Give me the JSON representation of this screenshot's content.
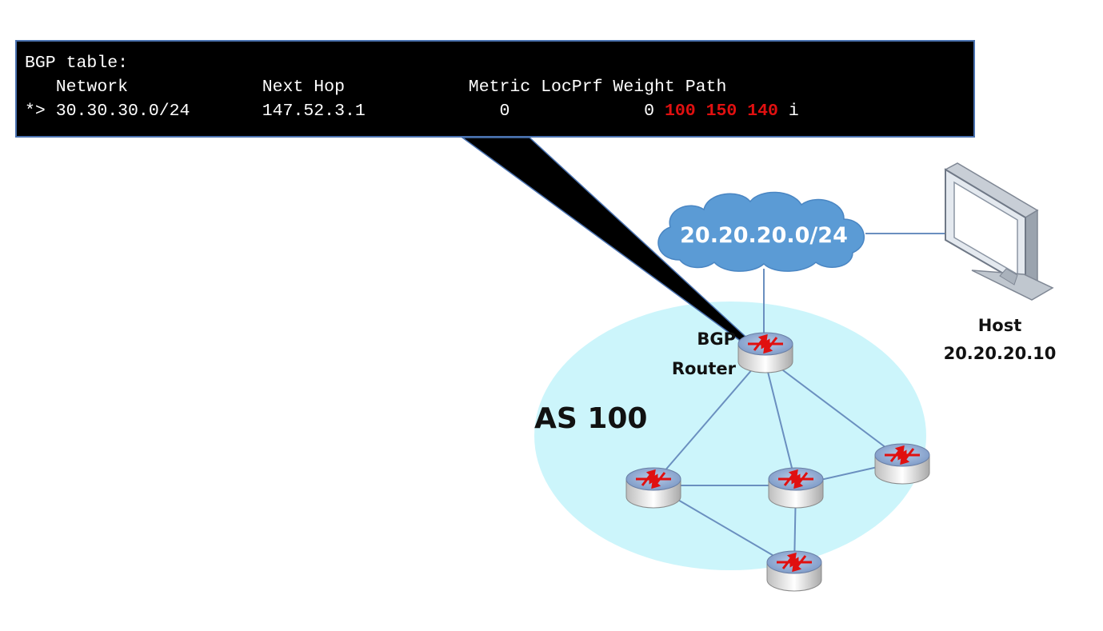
{
  "bgp_table": {
    "title": "BGP table:",
    "header": "   Network             Next Hop            Metric LocPrf Weight Path",
    "row_prefix": "*> 30.30.30.0/24       147.52.3.1             0             0 ",
    "path_as": [
      "100",
      "150",
      "140"
    ],
    "path_origin": "i"
  },
  "cloud": {
    "label": "20.20.20.0/24",
    "color": "#5b9bd5"
  },
  "host": {
    "label": "Host",
    "ip": "20.20.20.10",
    "icon": "monitor-icon"
  },
  "router_label": {
    "line1": "BGP",
    "line2": "Router"
  },
  "as_label": "AS 100",
  "colors": {
    "as_fill": "#ccf5fb",
    "link": "#6a8fbf",
    "path_highlight": "#e01010"
  },
  "router_icon": "router-icon"
}
